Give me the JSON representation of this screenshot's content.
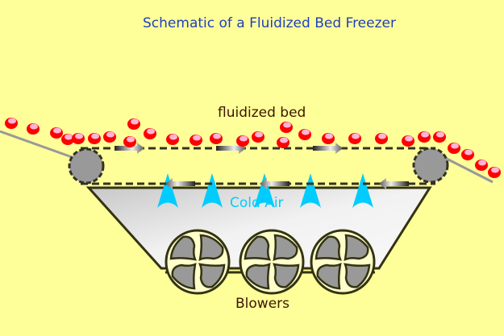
{
  "title": "Schematic of a Fluidized Bed Freezer",
  "labels": {
    "fluidized_bed": "fluidized bed",
    "cold_air": "Cold Air",
    "blowers": "Blowers"
  },
  "colors": {
    "background": "#ffff99",
    "title": "#1f3fbf",
    "particle": "#ff0000",
    "particle_highlight": "#ffb3d9",
    "cold_air": "#00ccff",
    "roller": "#999999",
    "belt": "#333322",
    "chamber": "#eeeeee"
  },
  "blower_count": 3,
  "cold_air_jet_count": 5
}
